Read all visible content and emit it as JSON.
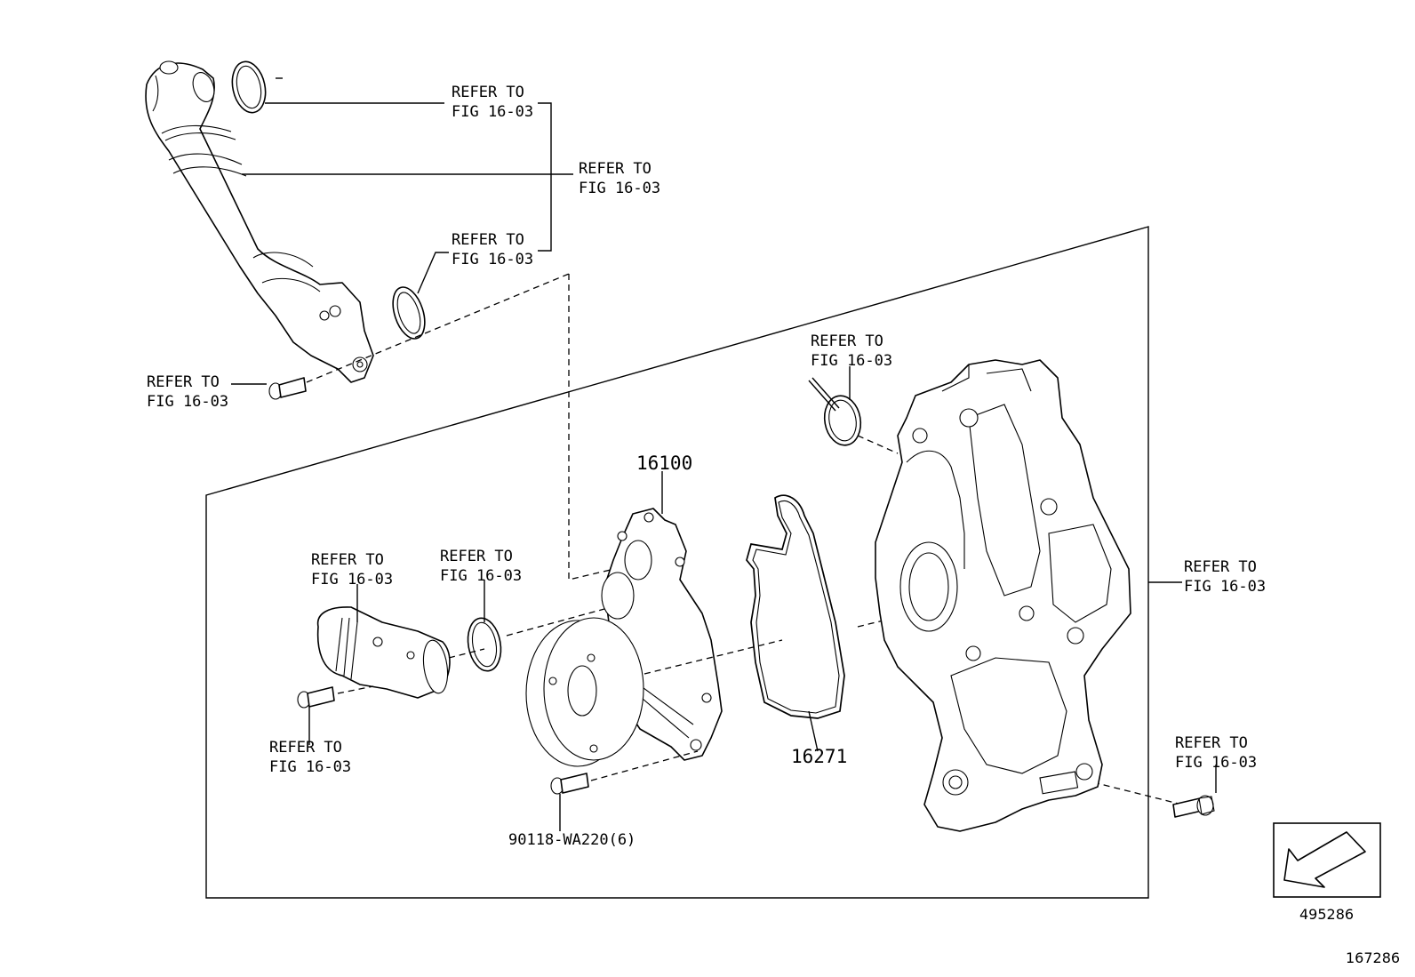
{
  "refer_labels": [
    {
      "line1": "REFER TO",
      "line2": "FIG 16-03"
    },
    {
      "line1": "REFER TO",
      "line2": "FIG 16-03"
    },
    {
      "line1": "REFER TO",
      "line2": "FIG 16-03"
    },
    {
      "line1": "REFER TO",
      "line2": "FIG 16-03"
    },
    {
      "line1": "REFER TO",
      "line2": "FIG 16-03"
    },
    {
      "line1": "REFER TO",
      "line2": "FIG 16-03"
    },
    {
      "line1": "REFER TO",
      "line2": "FIG 16-03"
    },
    {
      "line1": "REFER TO",
      "line2": "FIG 16-03"
    },
    {
      "line1": "REFER TO",
      "line2": "FIG 16-03"
    },
    {
      "line1": "REFER TO",
      "line2": "FIG 16-03"
    }
  ],
  "part_numbers": {
    "water_pump": "16100",
    "gasket": "16271",
    "bolt": "90118-WA220(6)"
  },
  "front_indicator_code": "495286",
  "illustration_number": "167286"
}
